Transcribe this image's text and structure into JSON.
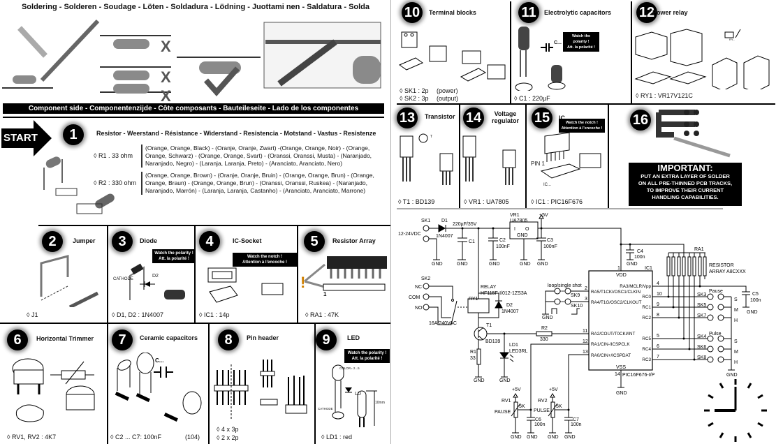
{
  "header": {
    "title": "Soldering - Solderen - Soudage - Löten - Soldadura - Lödning - Juottami nen - Saldatura - Solda",
    "component_side": "Component side - Componentenzijde - Côte composants - Bauteileseite - Lado de los componentes"
  },
  "start_label": "START",
  "steps": [
    {
      "number": "1",
      "title": "Resistor - Weerstand - Résistance - Widerstand - Resistencia - Motstand - Vastus - Resistenze",
      "items": [
        {
          "label": "◊ R1 . 33 ohm",
          "colors": "(Orange, Orange, Black) - (Oranje, Oranje, Zwart) -(Orange, Orange, Noir) - (Orange, Orange, Schwarz) - (Orange, Orange, Svart) - (Oranssi, Oranssi, Musta) - (Naranjado, Naranjado, Negro) - (Laranja, Laranja, Preto) - (Aranciato, Aranciato, Nero)"
        },
        {
          "label": "◊ R2 : 330 ohm",
          "colors": "(Orange, Orange, Brown) - (Oranje, Oranje, Bruin) - (Orange, Orange, Brun) - (Orange, Orange, Braun) - (Orange, Orange, Brun) - (Oranssi, Oranssi, Ruskea) - (Naranjado, Naranjado, Marrón) - (Laranja, Laranja, Castanho) - (Aranciato, Aranciato, Marrone)"
        }
      ]
    },
    {
      "number": "2",
      "title": "Jumper",
      "parts": [
        "◊ J1"
      ]
    },
    {
      "number": "3",
      "title": "Diode",
      "notice": [
        "Watch the polarity !",
        "Att. la polarité !"
      ],
      "parts": [
        "◊ D1, D2 : 1N4007"
      ],
      "cathode": "CATHODE",
      "symbol": "D2"
    },
    {
      "number": "4",
      "title": "IC-Socket",
      "notice": [
        "Watch the notch !",
        "Attention à l'encoche !"
      ],
      "parts": [
        "◊ IC1 : 14p"
      ]
    },
    {
      "number": "5",
      "title": "Resistor Array",
      "parts": [
        "◊ RA1 : 47K"
      ],
      "pin": "1",
      "warning": "!"
    },
    {
      "number": "6",
      "title": "Horizontal Trimmer",
      "parts": [
        "◊ RV1, RV2 : 4K7"
      ]
    },
    {
      "number": "7",
      "title": "Ceramic capacitors",
      "parts": [
        "◊ C2 ... C7:   100nF",
        "(104)"
      ],
      "symbol": "C..."
    },
    {
      "number": "8",
      "title": "Pin header",
      "parts": [
        "◊ 4 x 3p",
        "◊ 2 x 2p"
      ]
    },
    {
      "number": "9",
      "title": "LED",
      "notice": [
        "Watch the polarity !",
        "Att. la polarité !"
      ],
      "parts": [
        "◊ LD1 : red"
      ],
      "color": "COLOR= 2...5",
      "ld": "LD",
      "height": "10mm",
      "cathode": "CATHODE"
    },
    {
      "number": "10",
      "title": "Terminal blocks",
      "parts": [
        "◊ SK1 : 2p",
        "(power)",
        "◊ SK2 : 3p",
        "(output)"
      ]
    },
    {
      "number": "11",
      "title": "Electrolytic capacitors",
      "notice": [
        "Watch the polarity !",
        "Att. la polarité !"
      ],
      "parts": [
        "◊ C1 : 220µF"
      ],
      "symbol": "C..."
    },
    {
      "number": "12",
      "title": "Power relay",
      "parts": [
        "◊ RY1 : VR17V121C"
      ],
      "symbol": "RY..."
    },
    {
      "number": "13",
      "title": "Transistor",
      "parts": [
        "◊ T1 : BD139"
      ],
      "symbol": "T"
    },
    {
      "number": "14",
      "title": "Voltage regulator",
      "parts": [
        "◊ VR1 : UA7805"
      ]
    },
    {
      "number": "15",
      "title": "IC",
      "notice": [
        "Watch the notch !",
        "Attention à l'encoche !"
      ],
      "parts": [
        "◊ IC1 : PIC16F676"
      ],
      "pin": "PIN 1",
      "symbol": "IC..."
    },
    {
      "number": "16",
      "important_title": "IMPORTANT:",
      "important_lines": [
        "PUT AN EXTRA LAYER OF SOLDER",
        "ON ALL PRE-THINNED PCB TRACKS,",
        "TO IMPROVE THEIR CURRENT",
        "HANDLING CAPABILITIES."
      ]
    }
  ],
  "schematic": {
    "labels": [
      "SK1",
      "12-24VDC",
      "D1",
      "1N4007",
      "220µF/35V",
      "C1",
      "C2",
      "100nF",
      "VR1",
      "UA7805",
      "I",
      "O",
      "GND",
      "+5V",
      "C3",
      "100nF",
      "GND",
      "GND",
      "GND",
      "GND",
      "GND",
      "SK2",
      "NC",
      "COM",
      "NO",
      "RELAY",
      "HF115F-I/012-1ZS3A",
      "RY1",
      "D2",
      "1N4007",
      "16A/240VAC",
      "loop/single shot",
      "SK9",
      "SK10",
      "GND",
      "T1",
      "BD139",
      "R1",
      "33",
      "GND",
      "R2",
      "330",
      "LD1",
      "LED3RL",
      "GND",
      "+5V",
      "RV1",
      "PAUSE",
      "5K",
      "C6",
      "100n",
      "GND",
      "GND",
      "+5V",
      "RV2",
      "PULSE",
      "5K",
      "C7",
      "100n",
      "GND",
      "GND",
      "C4",
      "100n",
      "GND",
      "IC1",
      "VDD",
      "1",
      "RA3/MCLR/Vpp",
      "RA5/T1CKI/OSC1/CLKIN",
      "RA4/T1G/OSC2/CLKOUT",
      "RC0",
      "RC1",
      "RC2",
      "RA2/COUT/T0CKI/INT",
      "RC5",
      "RA1/CIN-/ICSPCLK",
      "RC4",
      "RA0/CIN+/ICSPDAT",
      "RC3",
      "VSS",
      "14",
      "PIC16F676-I/P",
      "GND",
      "4",
      "10",
      "9",
      "8",
      "5",
      "6",
      "7",
      "2",
      "3",
      "11",
      "12",
      "13",
      "RA1",
      "RESISTOR",
      "ARRAY A8CXXX",
      "Pause",
      "SK3",
      "SK5",
      "SK7",
      "Pulse",
      "SK4",
      "SK6",
      "SK8",
      "S",
      "M",
      "H",
      "S",
      "M",
      "H",
      "GND",
      "C5",
      "100n",
      "GND"
    ]
  }
}
